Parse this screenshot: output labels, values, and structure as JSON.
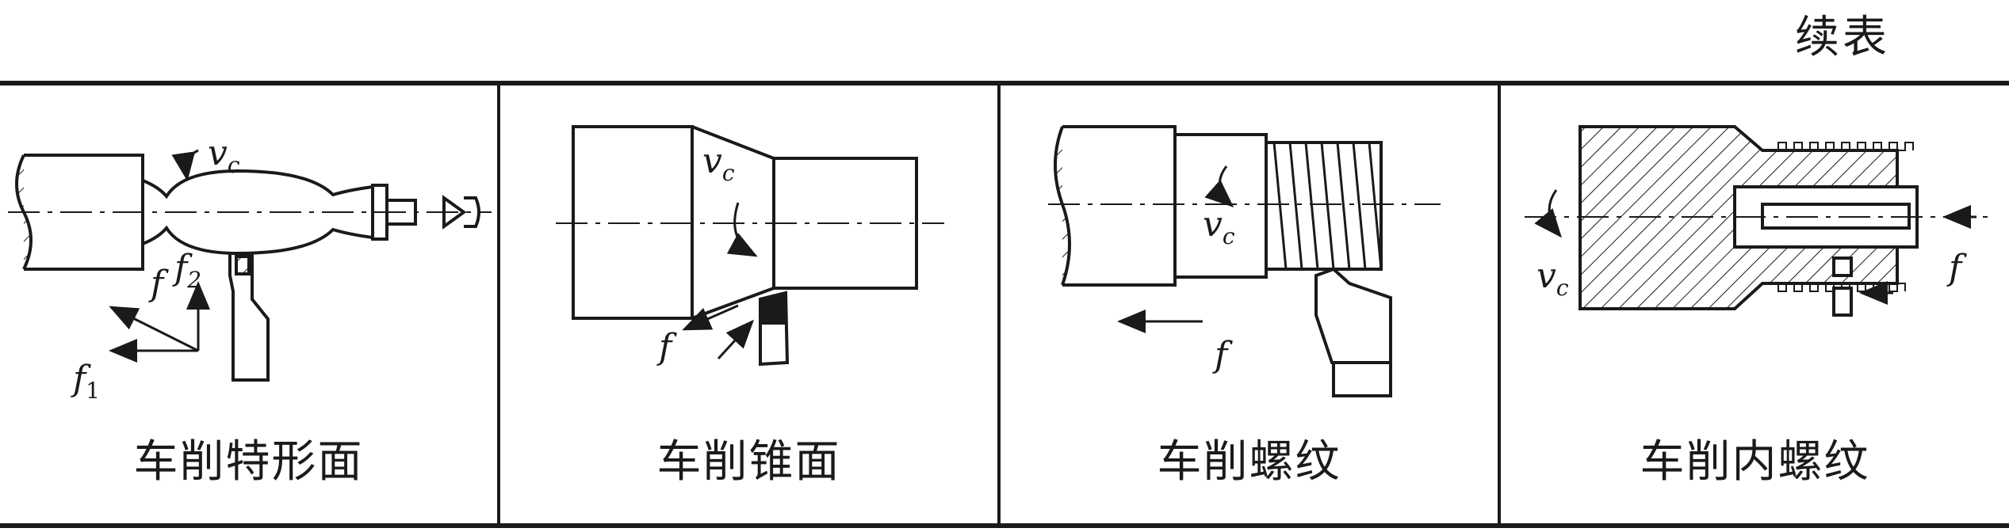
{
  "header": {
    "continued_label": "续表"
  },
  "cells": [
    {
      "caption": "车削特形面",
      "labels": {
        "vc": "v",
        "vc_sub": "c",
        "f": "f",
        "f1": "f",
        "f1_sub": "1",
        "f2": "f",
        "f2_sub": "2"
      }
    },
    {
      "caption": "车削锥面",
      "labels": {
        "vc": "v",
        "vc_sub": "c",
        "f": "f"
      }
    },
    {
      "caption": "车削螺纹",
      "labels": {
        "vc": "v",
        "vc_sub": "c",
        "f": "f"
      }
    },
    {
      "caption": "车削内螺纹",
      "labels": {
        "vc": "v",
        "vc_sub": "c",
        "f": "f"
      }
    }
  ]
}
